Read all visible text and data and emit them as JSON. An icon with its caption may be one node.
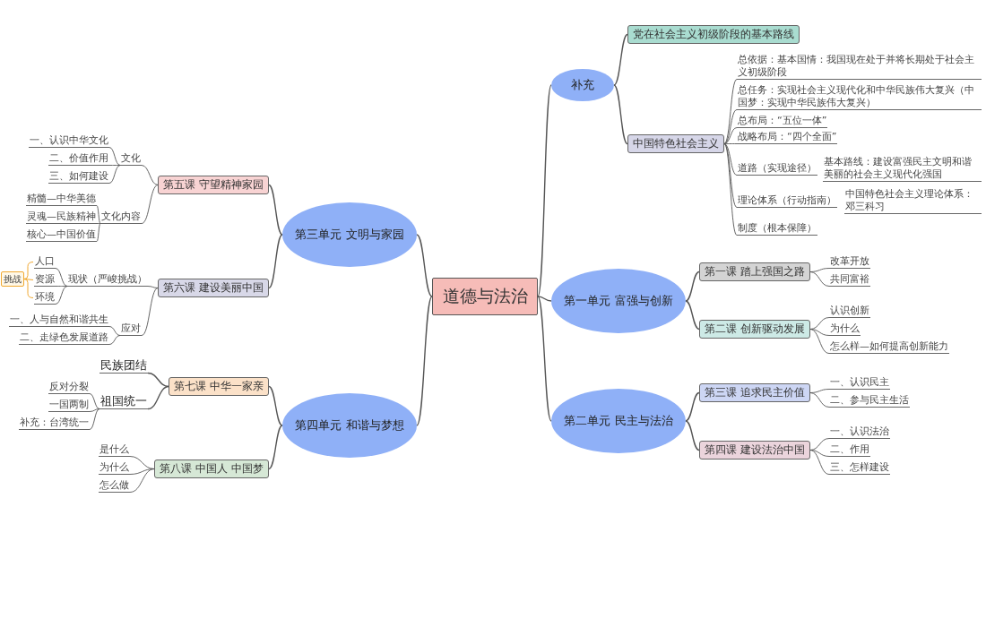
{
  "diagram": {
    "nodes": [
      {
        "text": [
          "道德与法治"
        ]
      },
      {
        "text": [
          "第三单元 文明与家园"
        ]
      },
      {
        "text": [
          "第五课 守望精神家园"
        ]
      },
      {
        "text": [
          "文化"
        ]
      },
      {
        "text": [
          "一、认识中华文化"
        ]
      },
      {
        "text": [
          "二、价值作用"
        ]
      },
      {
        "text": [
          "三、如何建设"
        ]
      },
      {
        "text": [
          "文化内容"
        ]
      },
      {
        "text": [
          "精髓—中华美德"
        ]
      },
      {
        "text": [
          "灵魂—民族精神"
        ]
      },
      {
        "text": [
          "核心—中国价值"
        ]
      },
      {
        "text": [
          "第六课 建设美丽中国"
        ]
      },
      {
        "text": [
          "现状（严峻挑战）"
        ]
      },
      {
        "text": [
          "人口"
        ]
      },
      {
        "text": [
          "资源"
        ]
      },
      {
        "text": [
          "环境"
        ]
      },
      {
        "text": [
          "挑战"
        ]
      },
      {
        "text": [
          "应对"
        ]
      },
      {
        "text": [
          "一、人与自然和谐共生"
        ]
      },
      {
        "text": [
          "二、走绿色发展道路"
        ]
      },
      {
        "text": [
          "第四单元 和谐与梦想"
        ]
      },
      {
        "text": [
          "第七课 中华一家亲"
        ]
      },
      {
        "text": [
          "民族团结"
        ]
      },
      {
        "text": [
          "祖国统一"
        ]
      },
      {
        "text": [
          "反对分裂"
        ]
      },
      {
        "text": [
          "一国两制"
        ]
      },
      {
        "text": [
          "补充：台湾统一"
        ]
      },
      {
        "text": [
          "第八课 中国人 中国梦"
        ]
      },
      {
        "text": [
          "是什么"
        ]
      },
      {
        "text": [
          "为什么"
        ]
      },
      {
        "text": [
          "怎么做"
        ]
      },
      {
        "text": [
          "补充"
        ]
      },
      {
        "text": [
          "党在社会主义初级阶段的基本路线"
        ]
      },
      {
        "text": [
          "中国特色社会主义"
        ]
      },
      {
        "text": [
          "总依据：基本国情：我国现在处于并将长期处于社会主义初级阶段"
        ]
      },
      {
        "text": [
          "总任务：实现社会主义现代化和中华民族伟大复兴（中国梦：实现中华民族伟大复兴）"
        ]
      },
      {
        "text": [
          "总布局：“五位一体”"
        ]
      },
      {
        "text": [
          "战略布局：“四个全面”"
        ]
      },
      {
        "text": [
          "道路（实现途径）"
        ],
        "beside": [
          "基本路线：建设富强民主文明和谐美丽的社会主义现代化强国"
        ]
      },
      {
        "text": [
          "理论体系（行动指南）"
        ],
        "beside": [
          "中国特色社会主义理论体系：邓三科习"
        ]
      },
      {
        "text": [
          "制度（根本保障）"
        ]
      },
      {
        "text": [
          "第一单元 富强与创新"
        ]
      },
      {
        "text": [
          "第一课 踏上强国之路"
        ]
      },
      {
        "text": [
          "改革开放"
        ]
      },
      {
        "text": [
          "共同富裕"
        ]
      },
      {
        "text": [
          "第二课 创新驱动发展"
        ]
      },
      {
        "text": [
          "认识创新"
        ]
      },
      {
        "text": [
          "为什么"
        ]
      },
      {
        "text": [
          "怎么样—如何提高创新能力"
        ]
      },
      {
        "text": [
          "第二单元 民主与法治"
        ]
      },
      {
        "text": [
          "第三课 追求民主价值"
        ]
      },
      {
        "text": [
          "一、认识民主"
        ]
      },
      {
        "text": [
          "二、参与民主生活"
        ]
      },
      {
        "text": [
          "第四课 建设法治中国"
        ]
      },
      {
        "text": [
          "一、认识法治"
        ]
      },
      {
        "text": [
          "二、作用"
        ]
      },
      {
        "text": [
          "三、怎样建设"
        ]
      }
    ],
    "edges": [
      {
        "from": 0,
        "to": 1,
        "arrow": "none"
      },
      {
        "from": 0,
        "to": 20,
        "arrow": "none"
      },
      {
        "from": 0,
        "to": 31,
        "arrow": "none"
      },
      {
        "from": 0,
        "to": 41,
        "arrow": "none"
      },
      {
        "from": 0,
        "to": 49,
        "arrow": "none"
      },
      {
        "from": 1,
        "to": 2,
        "arrow": "none"
      },
      {
        "from": 1,
        "to": 11,
        "arrow": "none"
      },
      {
        "from": 2,
        "to": 3,
        "arrow": "none"
      },
      {
        "from": 3,
        "to": 4,
        "arrow": "none"
      },
      {
        "from": 3,
        "to": 5,
        "arrow": "none"
      },
      {
        "from": 3,
        "to": 6,
        "arrow": "none"
      },
      {
        "from": 2,
        "to": 7,
        "arrow": "none"
      },
      {
        "from": 7,
        "to": 8,
        "arrow": "none"
      },
      {
        "from": 7,
        "to": 9,
        "arrow": "none"
      },
      {
        "from": 7,
        "to": 10,
        "arrow": "none"
      },
      {
        "from": 11,
        "to": 12,
        "arrow": "none"
      },
      {
        "from": 12,
        "to": 13,
        "arrow": "none"
      },
      {
        "from": 12,
        "to": 14,
        "arrow": "none"
      },
      {
        "from": 12,
        "to": 15,
        "arrow": "none"
      },
      {
        "from": 16,
        "to": 13,
        "arrow": "none",
        "color": "#f0a830"
      },
      {
        "from": 16,
        "to": 14,
        "arrow": "none",
        "color": "#f0a830"
      },
      {
        "from": 16,
        "to": 15,
        "arrow": "none",
        "color": "#f0a830"
      },
      {
        "from": 11,
        "to": 17,
        "arrow": "none"
      },
      {
        "from": 17,
        "to": 18,
        "arrow": "none"
      },
      {
        "from": 17,
        "to": 19,
        "arrow": "none"
      },
      {
        "from": 20,
        "to": 21,
        "arrow": "none"
      },
      {
        "from": 20,
        "to": 27,
        "arrow": "none"
      },
      {
        "from": 21,
        "to": 22,
        "arrow": "none"
      },
      {
        "from": 21,
        "to": 23,
        "arrow": "none"
      },
      {
        "from": 23,
        "to": 24,
        "arrow": "none"
      },
      {
        "from": 23,
        "to": 25,
        "arrow": "none"
      },
      {
        "from": 23,
        "to": 26,
        "arrow": "none"
      },
      {
        "from": 27,
        "to": 28,
        "arrow": "none"
      },
      {
        "from": 27,
        "to": 29,
        "arrow": "none"
      },
      {
        "from": 27,
        "to": 30,
        "arrow": "none"
      },
      {
        "from": 31,
        "to": 32,
        "arrow": "none"
      },
      {
        "from": 31,
        "to": 33,
        "arrow": "none"
      },
      {
        "from": 33,
        "to": 34,
        "arrow": "none"
      },
      {
        "from": 33,
        "to": 35,
        "arrow": "none"
      },
      {
        "from": 33,
        "to": 36,
        "arrow": "none"
      },
      {
        "from": 33,
        "to": 37,
        "arrow": "none"
      },
      {
        "from": 33,
        "to": 38,
        "arrow": "none"
      },
      {
        "from": 33,
        "to": 39,
        "arrow": "none"
      },
      {
        "from": 33,
        "to": 40,
        "arrow": "none"
      },
      {
        "from": 41,
        "to": 42,
        "arrow": "none"
      },
      {
        "from": 41,
        "to": 45,
        "arrow": "none"
      },
      {
        "from": 42,
        "to": 43,
        "arrow": "none"
      },
      {
        "from": 42,
        "to": 44,
        "arrow": "none"
      },
      {
        "from": 45,
        "to": 46,
        "arrow": "none"
      },
      {
        "from": 45,
        "to": 47,
        "arrow": "none"
      },
      {
        "from": 45,
        "to": 48,
        "arrow": "none"
      },
      {
        "from": 49,
        "to": 50,
        "arrow": "none"
      },
      {
        "from": 49,
        "to": 53,
        "arrow": "none"
      },
      {
        "from": 50,
        "to": 51,
        "arrow": "none"
      },
      {
        "from": 50,
        "to": 52,
        "arrow": "none"
      },
      {
        "from": 53,
        "to": 54,
        "arrow": "none"
      },
      {
        "from": 53,
        "to": 55,
        "arrow": "none"
      },
      {
        "from": 53,
        "to": 56,
        "arrow": "none"
      }
    ]
  }
}
